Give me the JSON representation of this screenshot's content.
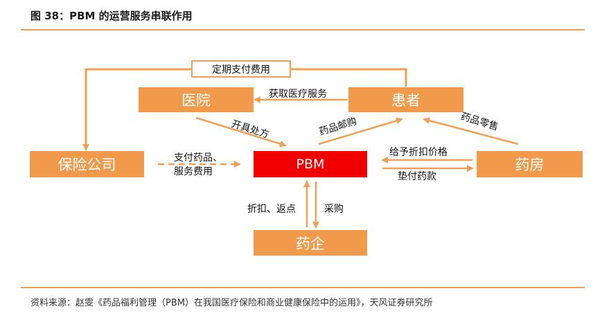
{
  "figure": {
    "title": "图 38：PBM 的运营服务串联作用",
    "source": "资料来源：赵雯《药品福利管理（PBM）在我国医疗保险和商业健康保险中的运用》，天风证券研究所"
  },
  "nodes": {
    "hospital": "医院",
    "patient": "患者",
    "insurer": "保险公司",
    "pbm": "PBM",
    "pharmacy": "药房",
    "pharma": "药企"
  },
  "edges": {
    "regular_payment": "定期支付费用",
    "get_medical_service": "获取医疗服务",
    "prescribe": "开具处方",
    "drug_mail": "药品邮购",
    "drug_retail": "药品零售",
    "pay_drug_line1": "支付药品、",
    "pay_drug_line2": "服务费用",
    "discount_price": "给予折扣价格",
    "advance_payment": "垫付药款",
    "rebate": "折扣、返点",
    "purchase": "采购"
  },
  "colors": {
    "box_orange": "#f29a4c",
    "pbm_red": "#f00000",
    "arrow_orange": "#f0a050"
  }
}
